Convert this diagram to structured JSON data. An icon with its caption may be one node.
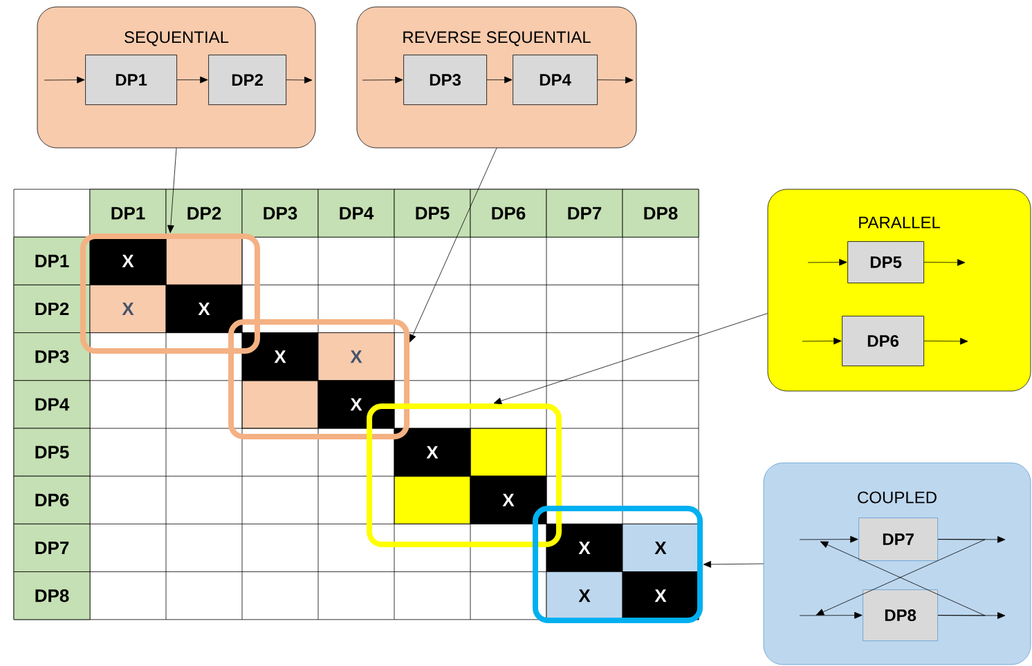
{
  "diagram": {
    "nodes": [
      {
        "text": [
          "SEQUENTIAL"
        ]
      },
      {
        "text": [
          "DP1"
        ],
        "in": 0
      },
      {
        "text": [
          "DP2"
        ],
        "in": 0
      },
      {
        "text": [
          "REVERSE SEQUENTIAL"
        ]
      },
      {
        "text": [
          "DP3"
        ],
        "in": 3
      },
      {
        "text": [
          "DP4"
        ],
        "in": 3
      },
      {
        "text": [
          "PARALLEL"
        ]
      },
      {
        "text": [
          "DP5"
        ],
        "in": 6
      },
      {
        "text": [
          "DP6"
        ],
        "in": 6
      },
      {
        "text": [
          "COUPLED"
        ]
      },
      {
        "text": [
          "DP7"
        ],
        "in": 9
      },
      {
        "text": [
          "DP8"
        ],
        "in": 9
      },
      {
        "text": [],
        "shape": "box"
      },
      {
        "text": [],
        "shape": "box"
      },
      {
        "text": [],
        "shape": "box"
      },
      {
        "text": [],
        "shape": "box"
      }
    ],
    "edges": [
      {
        "from": null,
        "to": 1,
        "arrow": "to"
      },
      {
        "from": 1,
        "to": 2,
        "arrow": "to"
      },
      {
        "from": 2,
        "to": null,
        "arrow": "to"
      },
      {
        "from": null,
        "to": 4,
        "arrow": "to"
      },
      {
        "from": 4,
        "to": 5,
        "arrow": "to"
      },
      {
        "from": 5,
        "to": null,
        "arrow": "to"
      },
      {
        "from": null,
        "to": 7,
        "arrow": "to"
      },
      {
        "from": 7,
        "to": null,
        "arrow": "to"
      },
      {
        "from": null,
        "to": 8,
        "arrow": "to"
      },
      {
        "from": 8,
        "to": null,
        "arrow": "to"
      },
      {
        "from": null,
        "to": 10,
        "arrow": "to"
      },
      {
        "from": 10,
        "to": null,
        "arrow": "to"
      },
      {
        "from": null,
        "to": 11,
        "arrow": "to"
      },
      {
        "from": 11,
        "to": null,
        "arrow": "to"
      },
      {
        "from": 10,
        "to": 11,
        "arrow": "to"
      },
      {
        "from": 11,
        "to": 10,
        "arrow": "to"
      },
      {
        "from": 0,
        "to": 12,
        "arrow": "to"
      },
      {
        "from": 3,
        "to": 13,
        "arrow": "to"
      },
      {
        "from": 6,
        "to": 14,
        "arrow": "to"
      },
      {
        "from": 9,
        "to": 15,
        "arrow": "to"
      }
    ],
    "labels": [
      "DP1",
      "DP2",
      "DP3",
      "DP4",
      "DP5",
      "DP6",
      "DP7",
      "DP8",
      "DP1",
      "X",
      "DP2",
      "X",
      "X",
      "DP3",
      "X",
      "X",
      "DP4",
      "X",
      "DP5",
      "X",
      "DP6",
      "X",
      "DP7",
      "X",
      "X",
      "DP8",
      "X",
      "X"
    ]
  }
}
